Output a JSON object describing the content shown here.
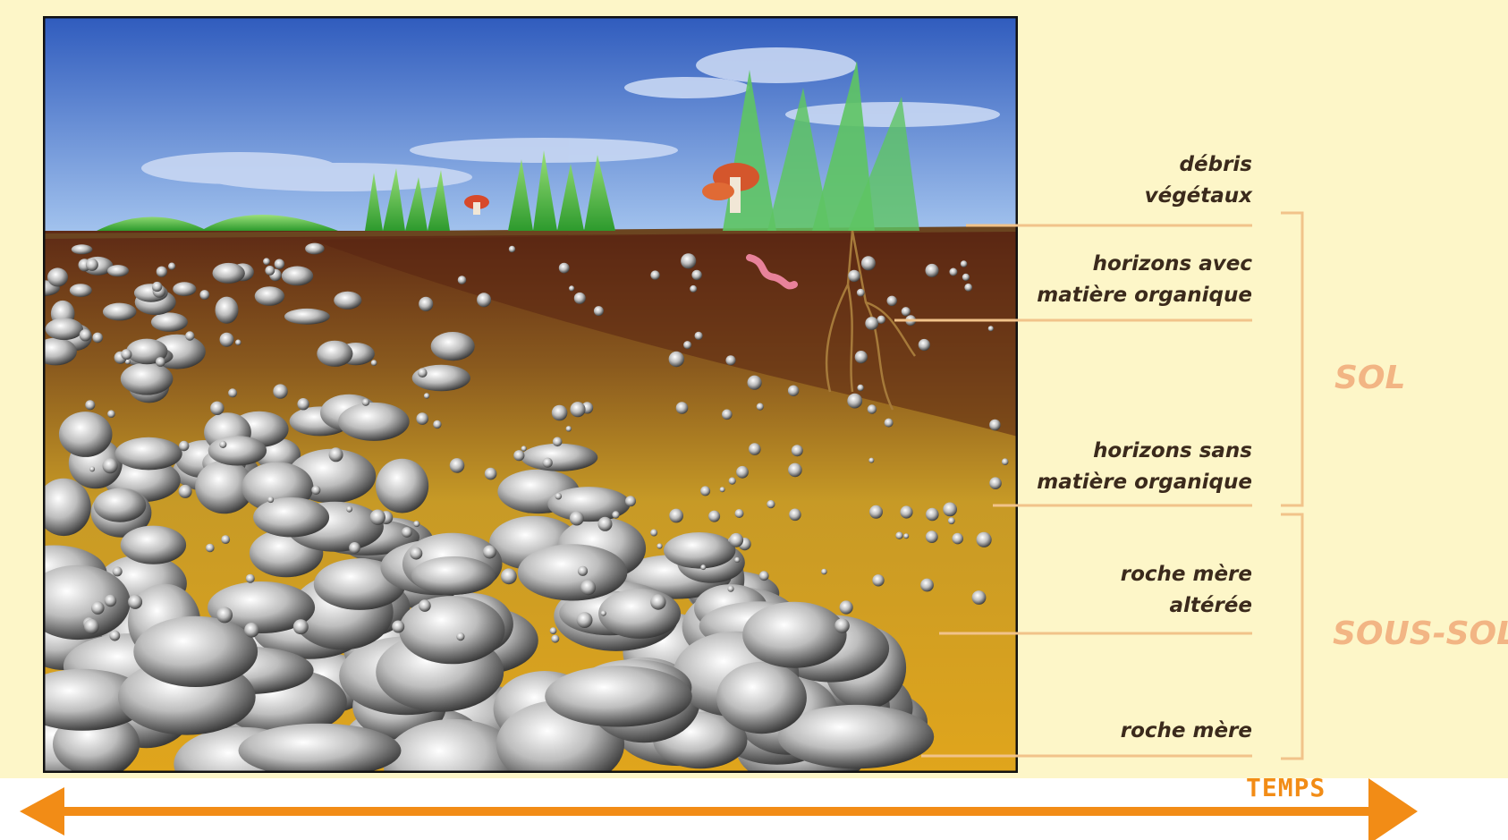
{
  "labels": {
    "debris": [
      "débris",
      "végétaux"
    ],
    "horizons_avec": [
      "horizons avec",
      "matière organique"
    ],
    "horizons_sans": [
      "horizons sans",
      "matière organique"
    ],
    "roche_alteree": [
      "roche mère",
      "altérée"
    ],
    "roche_mere": "roche mère"
  },
  "groups": {
    "sol": "SOL",
    "sous_sol": "SOUS-SOL"
  },
  "axis": {
    "label": "TEMPS",
    "color": "#f28c16"
  },
  "colors": {
    "background": "#fdf6c8",
    "sky_top": "#3b66c4",
    "sky_bottom": "#9bc0ec",
    "topsoil": "#6b3318",
    "subsoil": "#d69b1a",
    "bracket": "#f1c38a",
    "label_text": "#3b2a1c",
    "group_text": "#f2b584"
  }
}
